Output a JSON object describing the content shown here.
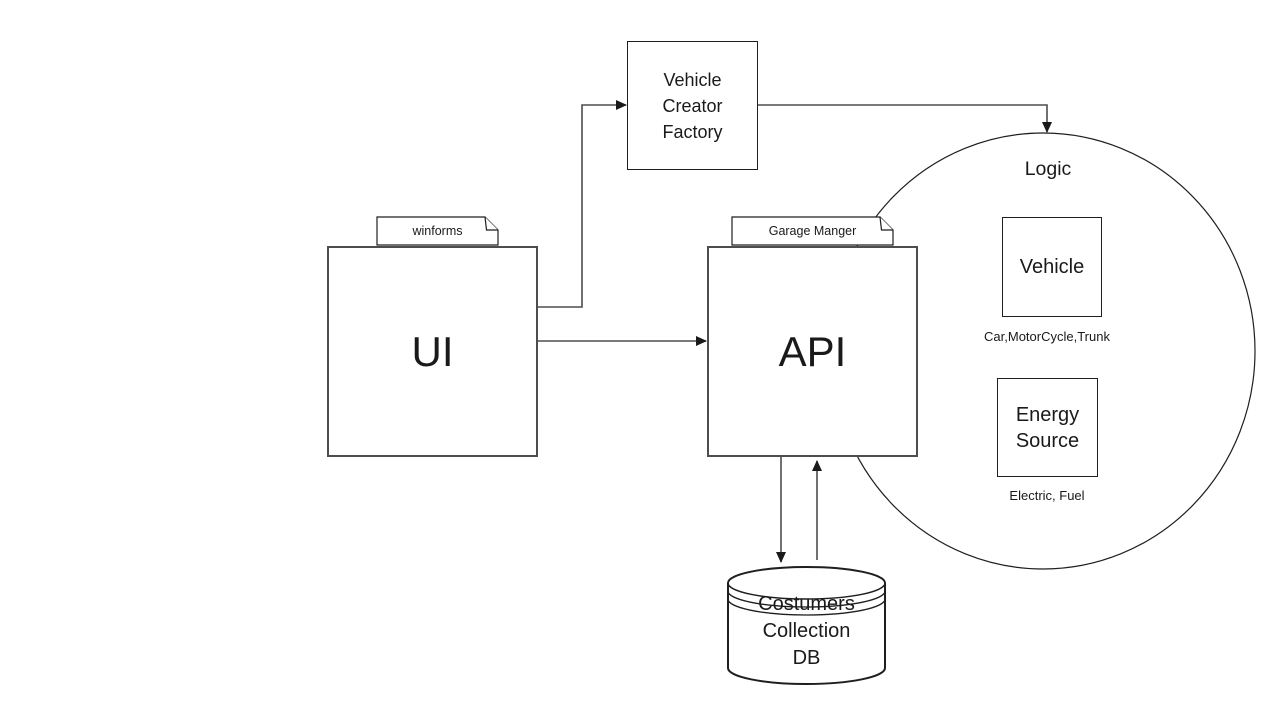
{
  "colors": {
    "background": "#ffffff",
    "node_border_dark": "#4d4d4d",
    "shape_border": "#1f1f1f",
    "connector_line": "#4d4d4d",
    "arrowhead": "#1a1a1a",
    "text": "#1a1a1a"
  },
  "nodes": {
    "factory": {
      "label": "Vehicle\nCreator\n Factory"
    },
    "ui": {
      "label": "UI"
    },
    "api": {
      "label": "API"
    },
    "logic": {
      "label": "Logic"
    },
    "vehicle": {
      "label": "Vehicle",
      "caption": "Car,MotorCycle,Trunk"
    },
    "energy": {
      "label": "Energy\nSource",
      "caption": "Electric, Fuel"
    },
    "db": {
      "label": "Costumers\nCollection\nDB"
    }
  },
  "notes": {
    "ui": "winforms",
    "api": "Garage Manger"
  }
}
